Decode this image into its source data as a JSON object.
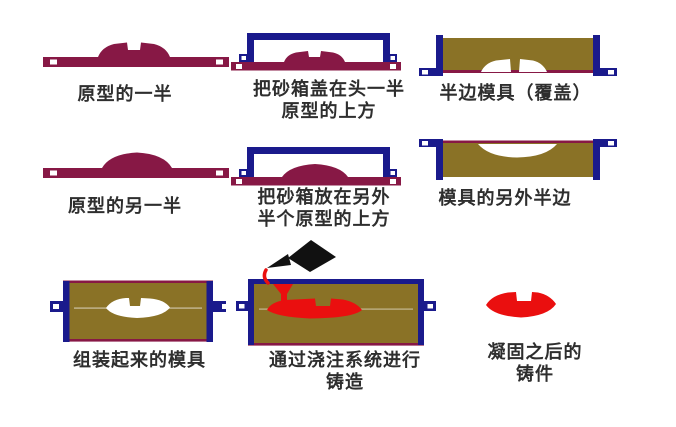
{
  "colors": {
    "pattern_maroon": "#871845",
    "flask_navy": "#1a1a8c",
    "sand_brown": "#8a7226",
    "molten_red": "#ea0f0f",
    "ladle_black": "#111111",
    "background": "#ffffff",
    "label_text": "#2e2e2e"
  },
  "panels": [
    {
      "name": "pattern-first-half",
      "label_lines": [
        "原型的一半"
      ]
    },
    {
      "name": "flask-over-first-half",
      "label_lines": [
        "把砂箱盖在头一半",
        "原型的上方"
      ]
    },
    {
      "name": "half-mold-covered",
      "label_lines": [
        "半边模具（覆盖）"
      ]
    },
    {
      "name": "pattern-other-half",
      "label_lines": [
        "原型的另一半"
      ]
    },
    {
      "name": "flask-over-other-half",
      "label_lines": [
        "把砂箱放在另外",
        "半个原型的上方"
      ]
    },
    {
      "name": "mold-other-half",
      "label_lines": [
        "模具的另外半边"
      ]
    },
    {
      "name": "assembled-mold",
      "label_lines": [
        "组装起来的模具"
      ]
    },
    {
      "name": "pour-through-gating",
      "label_lines": [
        "通过浇注系统进行",
        "铸造"
      ]
    },
    {
      "name": "solidified-casting",
      "label_lines": [
        "凝固之后的",
        "铸件"
      ]
    }
  ]
}
